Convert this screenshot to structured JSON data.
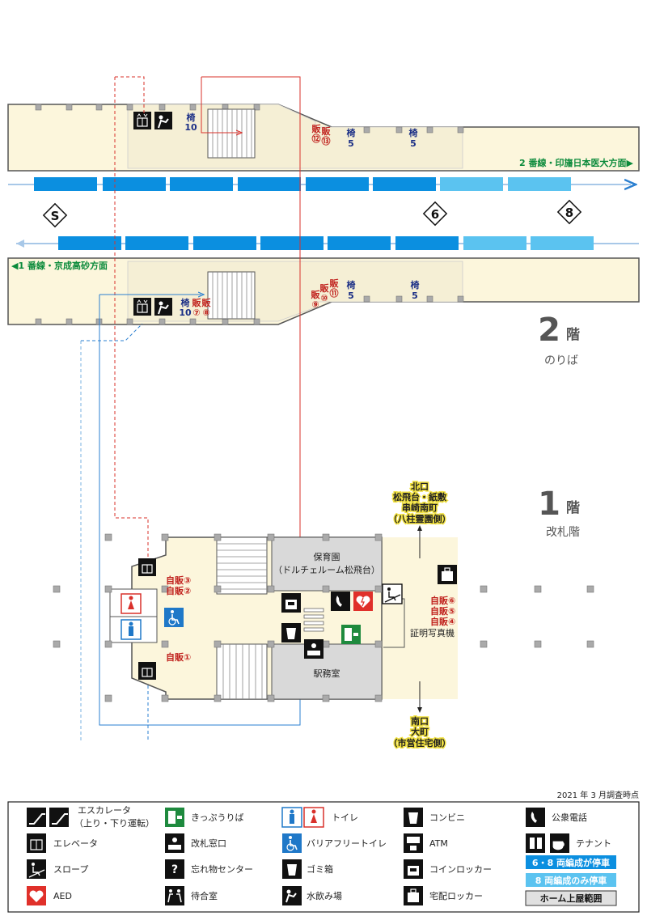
{
  "survey_date": "2021 年 3 月調査時点",
  "floor2": {
    "number": "2",
    "suffix": "階",
    "name": "のりば"
  },
  "floor1": {
    "number": "1",
    "suffix": "階",
    "name": "改札階"
  },
  "track2_direction": "2 番線・印旛日本医大方面▶",
  "track1_direction": "◀1 番線・京成高砂方面",
  "car_markers": {
    "s": "S",
    "six": "6",
    "eight": "8"
  },
  "platform_upper": {
    "seat_label": "椅",
    "seat_10": "10",
    "seat_5a": "5",
    "seat_5b": "5",
    "vend_label": "販",
    "vend_12": "⑫",
    "vend_13": "⑬"
  },
  "platform_lower": {
    "seat_label": "椅",
    "seat_10": "10",
    "seat_5a": "5",
    "seat_5b": "5",
    "vend_label": "販",
    "vend_7": "⑦",
    "vend_8": "⑧",
    "vend_9": "⑨",
    "vend_10": "⑩",
    "vend_11": "⑪"
  },
  "concourse": {
    "nursery_name": "保育園",
    "nursery_sub": "（ドルチェルーム松飛台）",
    "station_office": "駅務室",
    "vending_3": "自販③",
    "vending_2": "自販②",
    "vending_1": "自販①",
    "vending_6": "自販⑥",
    "vending_5": "自販⑤",
    "vending_4": "自販④",
    "photo_booth": "証明写真機"
  },
  "north_exit": {
    "title": "北口",
    "line1": "松飛台・紙敷",
    "line2": "串崎南町",
    "line3": "（八柱霊園側）"
  },
  "south_exit": {
    "title": "南口",
    "line1": "大町",
    "line2": "（市営住宅側）"
  },
  "legend": {
    "escalator": "エスカレータ",
    "escalator_sub": "（上り・下り運転）",
    "elevator": "エレベータ",
    "slope": "スロープ",
    "aed": "AED",
    "ticket": "きっぷうりば",
    "gate_window": "改札窓口",
    "lost_found": "忘れ物センター",
    "waiting_room": "待合室",
    "toilet": "トイレ",
    "barrier_free_toilet": "バリアフリートイレ",
    "trash": "ゴミ箱",
    "water_fountain": "水飲み場",
    "convenience": "コンビニ",
    "atm": "ATM",
    "coin_locker": "コインロッカー",
    "delivery_locker": "宅配ロッカー",
    "public_phone": "公衆電話",
    "tenant": "テナント",
    "stop_6_8": "6・8 両編成が停車",
    "stop_8": "8 両編成のみ停車",
    "roof_range": "ホーム上屋範囲"
  },
  "colors": {
    "platform_fill": "#fcf6dc",
    "roof_fill": "#f6f0d6",
    "car_dark": "#0b8fe0",
    "car_light": "#5bc3f0",
    "red_route": "#d9302a",
    "blue_route": "#2a7fd0",
    "aed_red": "#e0302a",
    "green_ticket": "#1e8a3e",
    "accessible_blue": "#1f78c8"
  }
}
